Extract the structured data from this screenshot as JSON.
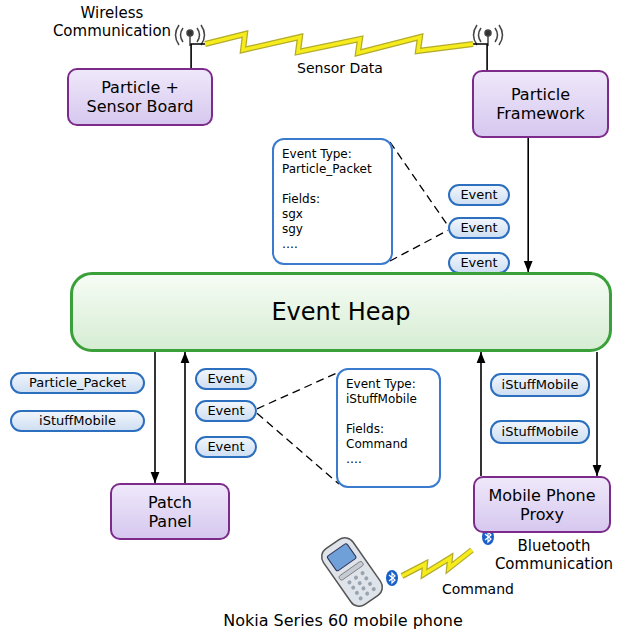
{
  "diagram": {
    "nodes": [
      {
        "text": [
          "Particle + Sensor Board"
        ]
      },
      {
        "text": [
          "Particle Framework"
        ]
      },
      {
        "text": [
          "Event Type: Particle_Packet",
          "Fields: sgx sgy …."
        ]
      },
      {
        "text": [
          "Event"
        ]
      },
      {
        "text": [
          "Event"
        ]
      },
      {
        "text": [
          "Event"
        ]
      },
      {
        "text": [
          "Event Heap"
        ]
      },
      {
        "text": [
          "Particle_Packet"
        ]
      },
      {
        "text": [
          "iStuffMobile"
        ]
      },
      {
        "text": [
          "Event"
        ]
      },
      {
        "text": [
          "Event"
        ]
      },
      {
        "text": [
          "Event"
        ]
      },
      {
        "text": [
          "Event Type: iStuffMobile",
          "Fields: Command …."
        ]
      },
      {
        "text": [
          "iStuffMobile"
        ]
      },
      {
        "text": [
          "iStuffMobile"
        ]
      },
      {
        "text": [
          "Patch Panel"
        ]
      },
      {
        "text": [
          "Mobile Phone Proxy"
        ]
      }
    ],
    "edges": [
      {
        "from": 0,
        "to": 1,
        "label": "Sensor Data",
        "arrow": "none"
      },
      {
        "from": 1,
        "to": 6,
        "arrow": "to"
      },
      {
        "from": 6,
        "to": 15,
        "arrow": "to"
      },
      {
        "from": 15,
        "to": 6,
        "arrow": "to"
      },
      {
        "from": 16,
        "to": 6,
        "arrow": "to"
      },
      {
        "from": 6,
        "to": 16,
        "arrow": "to"
      },
      {
        "from": 2,
        "to": 4,
        "arrow": "none"
      },
      {
        "from": 2,
        "to": 4,
        "arrow": "none"
      },
      {
        "from": 10,
        "to": 12,
        "arrow": "none"
      },
      {
        "from": 10,
        "to": 12,
        "arrow": "none"
      }
    ],
    "labels": [
      "Wireless Communication",
      "Bluetooth Communication",
      "Command",
      "Nokia Series 60 mobile phone"
    ]
  }
}
